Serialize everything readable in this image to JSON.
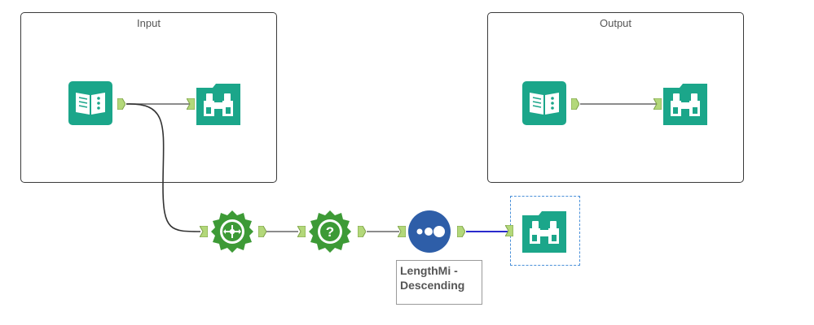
{
  "containers": {
    "input": {
      "title": "Input"
    },
    "output": {
      "title": "Output"
    }
  },
  "annotation": {
    "line1": "LengthMi -",
    "line2": "Descending"
  },
  "colors": {
    "tool_teal": "#1ba68a",
    "tool_green": "#3d9a36",
    "tool_blue": "#2e5ea8",
    "anchor_green": "#b3d87a",
    "connection": "#333333",
    "connection_selected": "#2a2acc"
  },
  "tools": [
    {
      "name": "input-data-tool-1",
      "icon": "book-icon"
    },
    {
      "name": "browse-tool-1",
      "icon": "binoculars-icon"
    },
    {
      "name": "input-data-tool-2",
      "icon": "book-icon"
    },
    {
      "name": "browse-tool-2",
      "icon": "binoculars-icon"
    },
    {
      "name": "spatial-process-tool",
      "icon": "spatial-gear-icon"
    },
    {
      "name": "spatial-info-tool",
      "icon": "question-gear-icon"
    },
    {
      "name": "sort-tool",
      "icon": "dots-icon"
    },
    {
      "name": "browse-tool-3",
      "icon": "binoculars-icon"
    }
  ]
}
